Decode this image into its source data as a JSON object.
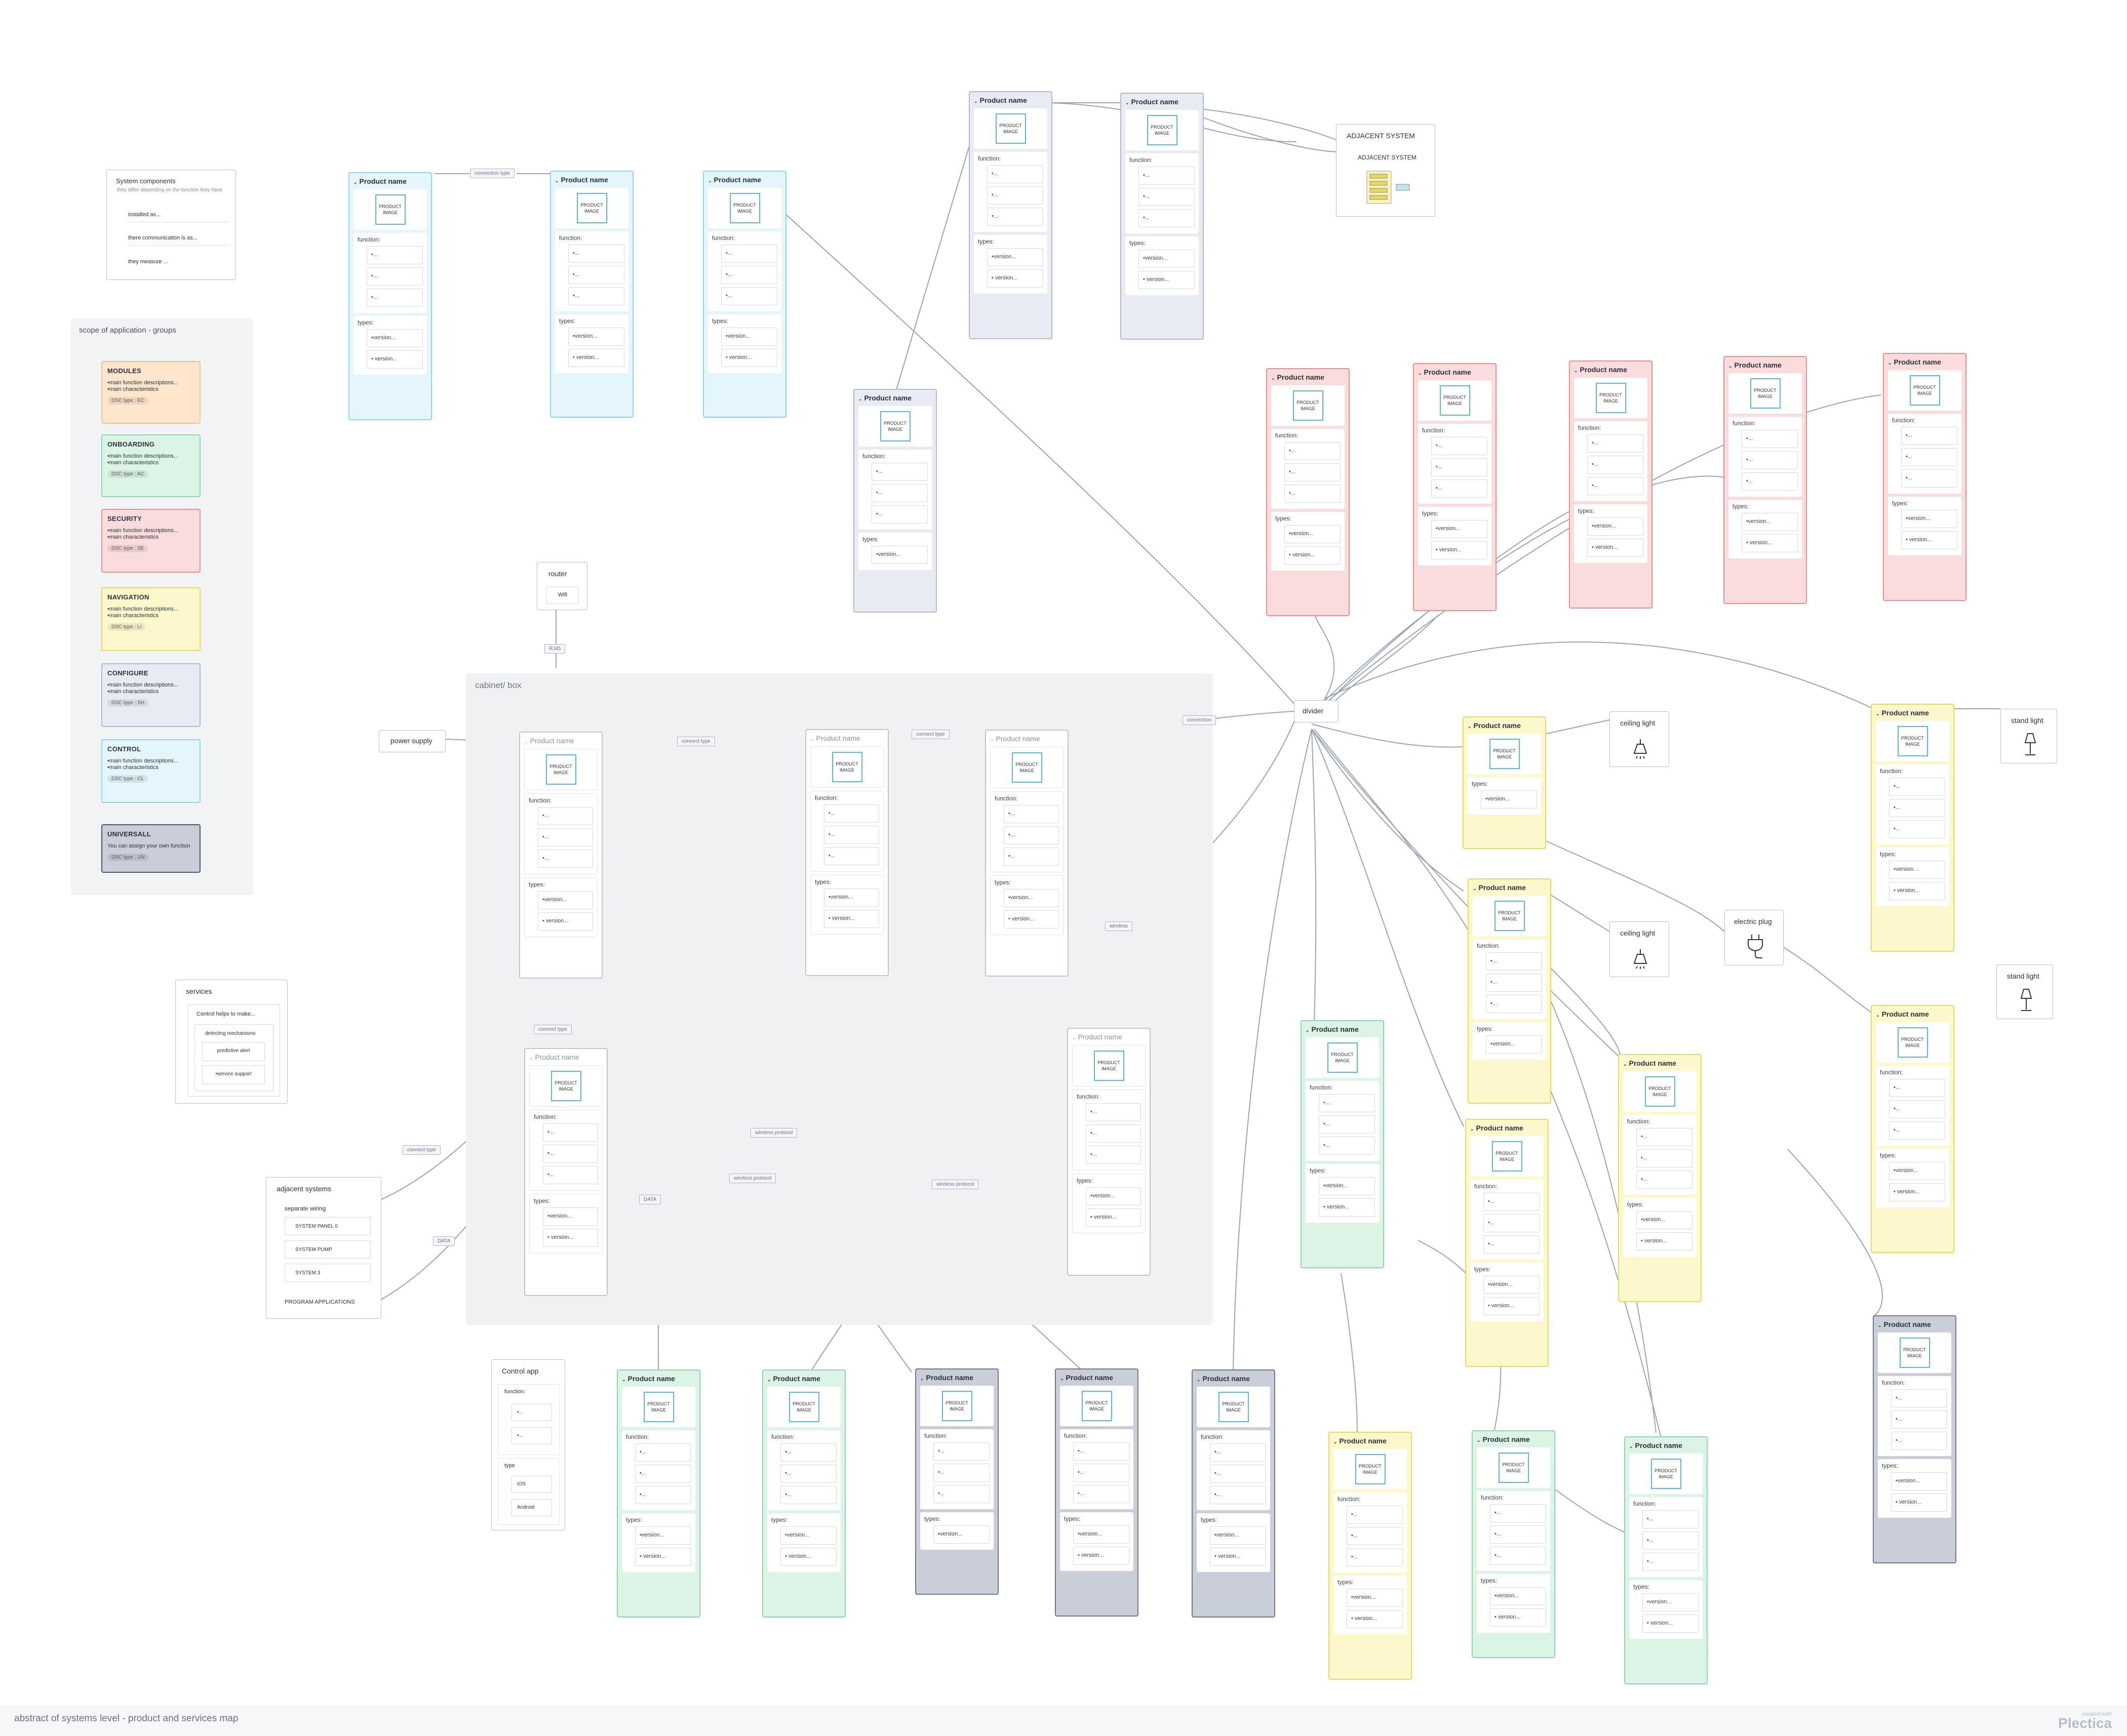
{
  "colors": {
    "blue": {
      "border": "#8fd6ea",
      "fill": "#e4f6fb"
    },
    "gray": {
      "border": "#b3b9c6",
      "fill": "#e8ebf1"
    },
    "red": {
      "border": "#ee8f8f",
      "fill": "#fbdcdc"
    },
    "green": {
      "border": "#8ed6ad",
      "fill": "#dcf4e6"
    },
    "yellow": {
      "border": "#e8d860",
      "fill": "#fdf8cc"
    },
    "dark": {
      "border": "#6f7789",
      "fill": "#c9ced9"
    },
    "white": {
      "border": "#c0c4cc",
      "fill": "#ffffff"
    }
  },
  "legend": {
    "title": "System components",
    "subtitle": "they differ depending on the function they have",
    "items": [
      "installed as...",
      "there communication is as...",
      "they measure ..."
    ]
  },
  "scope": {
    "title": "scope of application - groups",
    "groups": [
      {
        "name": "MODULES",
        "desc1": "•main function descriptions...",
        "desc2": "•main characteristics",
        "dsc": "DSC type : EC",
        "color": "orange"
      },
      {
        "name": "ONBOARDING",
        "desc1": "•main function descriptions...",
        "desc2": "•main characteristics",
        "dsc": "DSC type : AC",
        "color": "green"
      },
      {
        "name": "SECURITY",
        "desc1": "•main function descriptions...",
        "desc2": "•main characteristics",
        "dsc": "DSC type : SE",
        "color": "red"
      },
      {
        "name": "NAVIGATION",
        "desc1": "•main function descriptions...",
        "desc2": "•main characteristics",
        "dsc": "DSC type : LI",
        "color": "yellow"
      },
      {
        "name": "CONFIGURE",
        "desc1": "•main function descriptions...",
        "desc2": "•main characteristics",
        "dsc": "DSC type : SH",
        "color": "gray"
      },
      {
        "name": "CONTROL",
        "desc1": "•main function descriptions...",
        "desc2": "•main characteristics",
        "dsc": "DSC type : CL",
        "color": "blue"
      },
      {
        "name": "UNIVERSALL",
        "desc1": "You can assign your own function",
        "desc2": "",
        "dsc": "DSC type : UN",
        "color": "dark"
      }
    ]
  },
  "product": {
    "name": "Product name",
    "image": "PRODUCT IMAGE",
    "function_label": "function:",
    "types_label": "types:",
    "function_item": "•...",
    "type_item_1": "•version...",
    "type_item_2": "• version..."
  },
  "cabinet": {
    "label": "cabinet/ box"
  },
  "nodes": {
    "router": {
      "title": "router",
      "sub": "Wifi"
    },
    "power_supply": "power supply",
    "divider": "divider",
    "adjacent_system": {
      "title": "ADJACENT SYSTEM",
      "sub": "ADJACENT SYSTEM"
    },
    "ceiling_light": "ceiling light",
    "stand_light": "stand light",
    "electric_plug": "electric plug"
  },
  "services": {
    "title": "services",
    "item": "Control helps to make...",
    "sub": "detecting mechanisms",
    "items": [
      "predictive alert",
      "•service support"
    ]
  },
  "adjacent_systems": {
    "title": "adjacent systems",
    "wiring": "separate wiring",
    "items": [
      "SYSTEM PANEL 0",
      "SYSTEM PUMP",
      "SYSTEM 3"
    ],
    "program": "PROGRAM APPLICATIONS"
  },
  "control_app": {
    "title": "Control app",
    "function_label": "function:",
    "type_label": "type",
    "types": [
      "iOS",
      "Android"
    ]
  },
  "connection_labels": {
    "connection_type": "connection type",
    "rj45": "RJ45",
    "connect_type": "connect type",
    "connection": "connection",
    "wireless": "wireless",
    "data": "DATA",
    "wireless_protocol": "wireless protocol"
  },
  "footer": {
    "title": "abstract of systems level - product and services map",
    "brand_small": "created with",
    "brand": "Plectica"
  }
}
